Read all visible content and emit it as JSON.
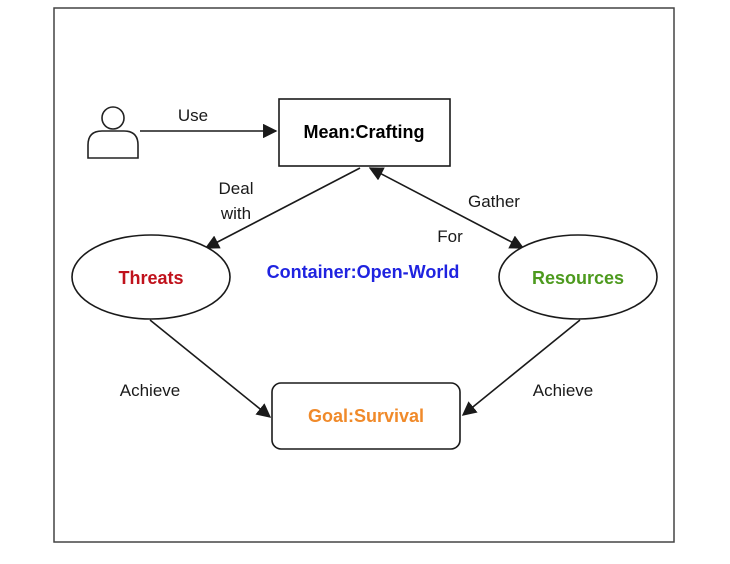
{
  "nodes": {
    "mean": {
      "label": "Mean:Crafting",
      "color": "#000000"
    },
    "threats": {
      "label": "Threats",
      "color": "#c0121c"
    },
    "resources": {
      "label": "Resources",
      "color": "#4d9a1e"
    },
    "goal": {
      "label": "Goal:Survival",
      "color": "#f08a2a"
    },
    "container": {
      "label": "Container:Open-World",
      "color": "#1f23e0"
    }
  },
  "actor": {
    "icon": "user-icon"
  },
  "edges": {
    "use": {
      "label": "Use"
    },
    "deal_with": {
      "line1": "Deal",
      "line2": "with"
    },
    "gather_for": {
      "line1": "Gather",
      "line2": "For"
    },
    "achieve_left": {
      "label": "Achieve"
    },
    "achieve_right": {
      "label": "Achieve"
    }
  }
}
